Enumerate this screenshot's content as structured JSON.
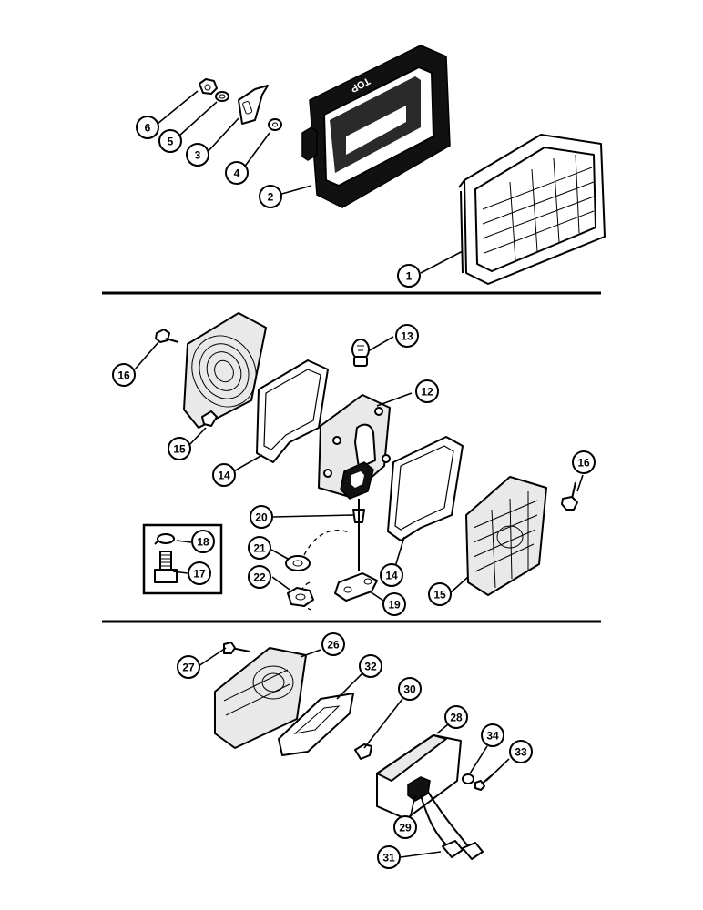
{
  "stamp_text": "TOP",
  "section_1": {
    "callouts": [
      {
        "key": "c6",
        "label": "6"
      },
      {
        "key": "c5",
        "label": "5"
      },
      {
        "key": "c3",
        "label": "3"
      },
      {
        "key": "c4",
        "label": "4"
      },
      {
        "key": "c2",
        "label": "2"
      },
      {
        "key": "c1",
        "label": "1"
      }
    ]
  },
  "section_2": {
    "callouts": [
      {
        "key": "c16a",
        "label": "16"
      },
      {
        "key": "c13",
        "label": "13"
      },
      {
        "key": "c12",
        "label": "12"
      },
      {
        "key": "c15a",
        "label": "15"
      },
      {
        "key": "c14a",
        "label": "14"
      },
      {
        "key": "c16b",
        "label": "16"
      },
      {
        "key": "c20",
        "label": "20"
      },
      {
        "key": "c18",
        "label": "18"
      },
      {
        "key": "c17",
        "label": "17"
      },
      {
        "key": "c21",
        "label": "21"
      },
      {
        "key": "c22",
        "label": "22"
      },
      {
        "key": "c19",
        "label": "19"
      },
      {
        "key": "c14b",
        "label": "14"
      },
      {
        "key": "c15b",
        "label": "15"
      }
    ]
  },
  "section_3": {
    "callouts": [
      {
        "key": "c27",
        "label": "27"
      },
      {
        "key": "c26",
        "label": "26"
      },
      {
        "key": "c32",
        "label": "32"
      },
      {
        "key": "c30",
        "label": "30"
      },
      {
        "key": "c28",
        "label": "28"
      },
      {
        "key": "c34",
        "label": "34"
      },
      {
        "key": "c33",
        "label": "33"
      },
      {
        "key": "c29",
        "label": "29"
      },
      {
        "key": "c31",
        "label": "31"
      }
    ]
  }
}
